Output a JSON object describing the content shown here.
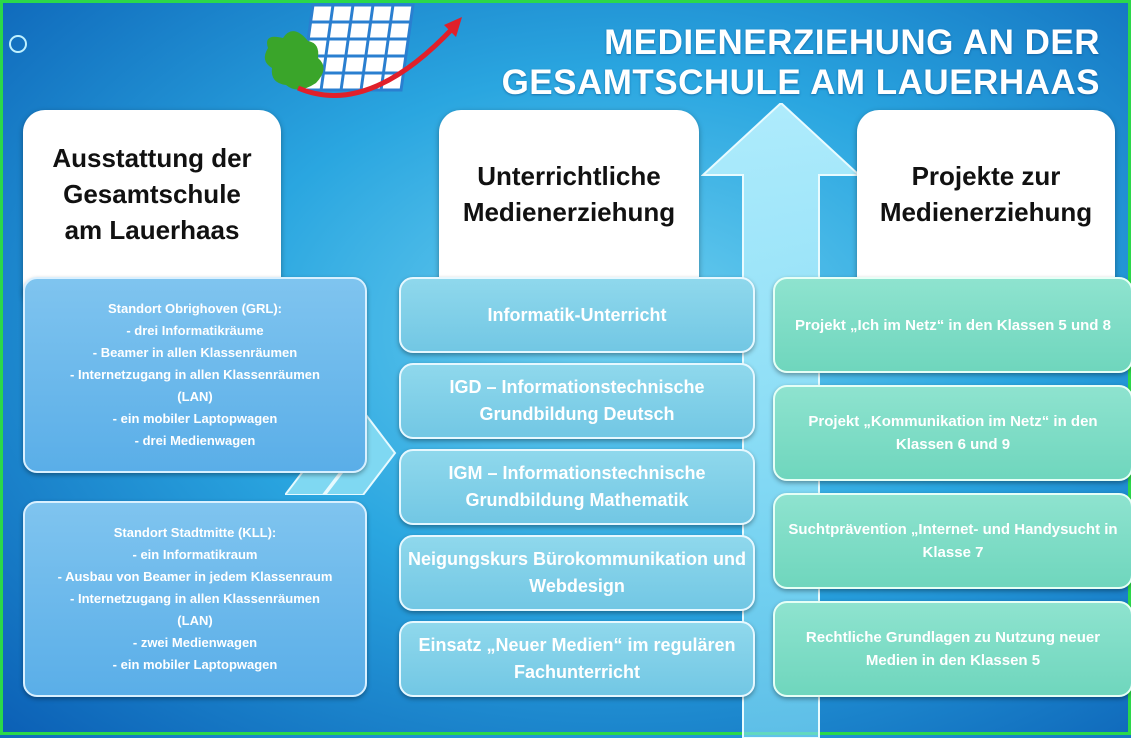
{
  "title": {
    "line1": "MEDIENERZIEHUNG AN DER",
    "line2": "GESAMTSCHULE AM LAUERHAAS"
  },
  "columns": {
    "left": {
      "heading": "Ausstattung der\nGesamtschule\nam Lauerhaas",
      "boxes": [
        {
          "lines": [
            "Standort Obrighoven (GRL):",
            "- drei Informatikräume",
            "- Beamer in allen Klassenräumen",
            "- Internetzugang in allen Klassenräumen",
            "(LAN)",
            "- ein mobiler Laptopwagen",
            "- drei Medienwagen"
          ]
        },
        {
          "lines": [
            "Standort Stadtmitte (KLL):",
            "- ein Informatikraum",
            "- Ausbau von Beamer in jedem Klassenraum",
            "- Internetzugang in allen Klassenräumen",
            "(LAN)",
            "- zwei Medienwagen",
            "- ein mobiler Laptopwagen"
          ]
        }
      ]
    },
    "middle": {
      "heading": "Unterrichtliche\nMedienerziehung",
      "boxes": [
        "Informatik-Unterricht",
        "IGD – Informationstechnische Grundbildung Deutsch",
        "IGM – Informationstechnische Grundbildung Mathematik",
        "Neigungskurs Bürokommunikation und Webdesign",
        "Einsatz „Neuer Medien“ im regulären Fachunterricht"
      ]
    },
    "right": {
      "heading": "Projekte zur\nMedienerziehung",
      "boxes": [
        "Projekt „Ich im Netz“ in den Klassen 5 und 8",
        "Projekt „Kommunikation im Netz“ in den Klassen 6 und 9",
        "Suchtprävention „Internet- und Handysucht in Klasse 7",
        "Rechtliche Grundlagen zu Nutzung neuer Medien in den Klassen 5"
      ]
    }
  },
  "colors": {
    "accent_green": "#2bd84a",
    "logo_red": "#e0202a",
    "logo_green": "#3aa52a",
    "logo_blue": "#2a7fd0"
  }
}
